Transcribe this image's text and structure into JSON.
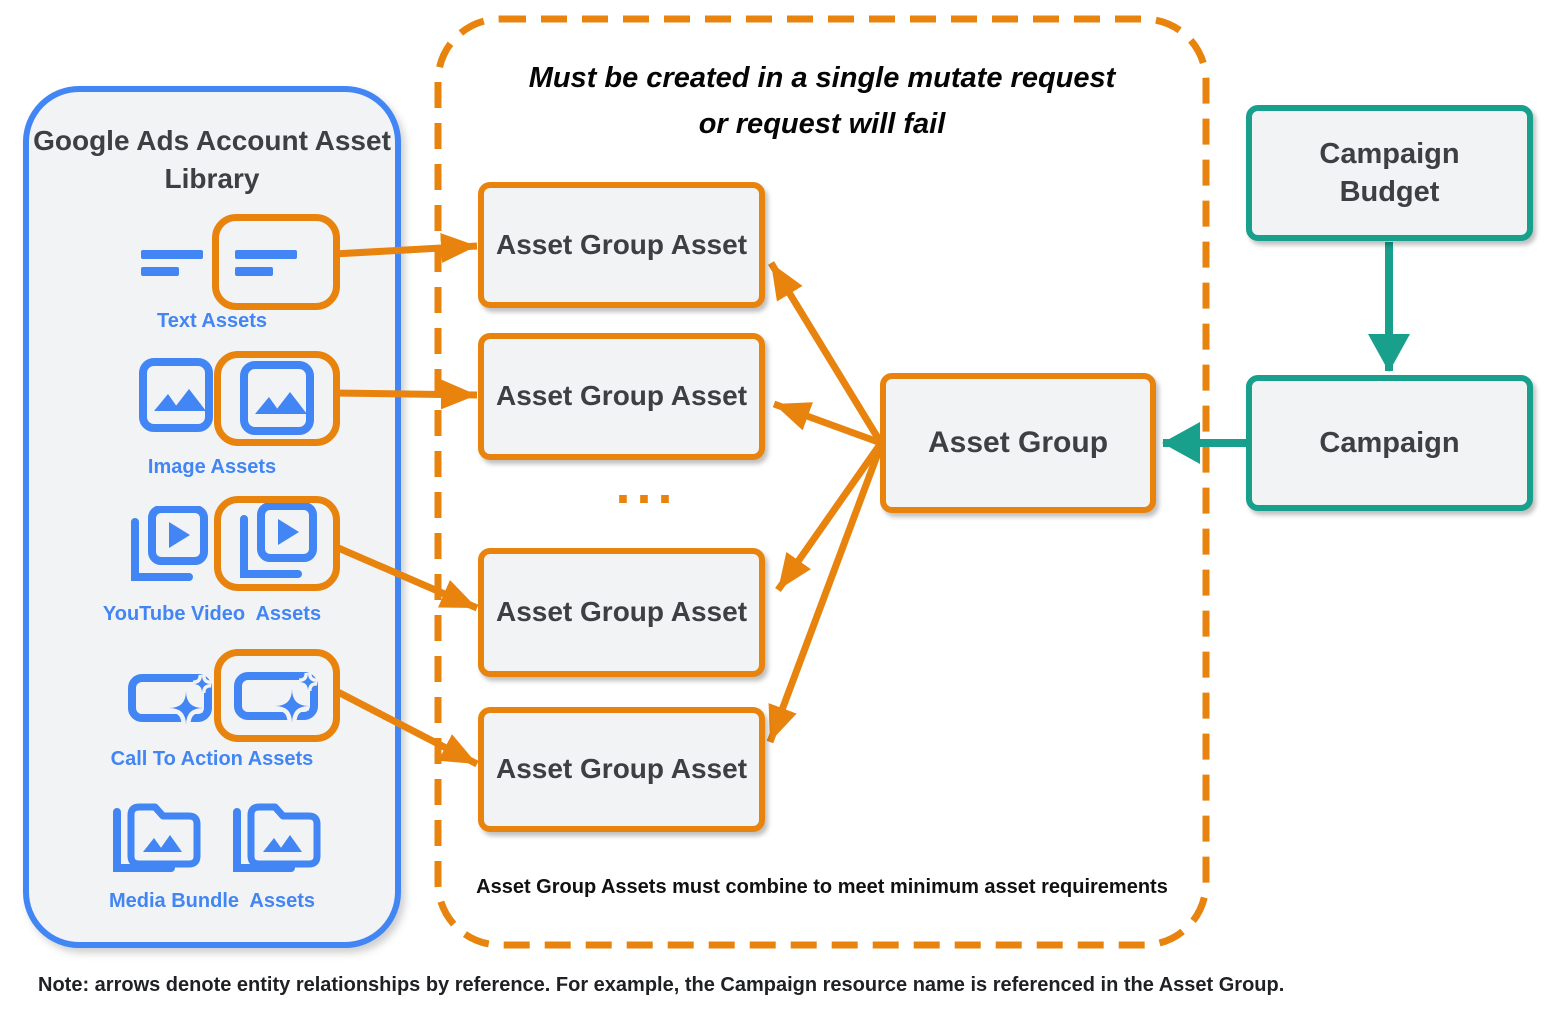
{
  "colors": {
    "orange": "#E8840E",
    "blue": "#4285F4",
    "teal": "#18A08C",
    "box_fill": "#F1F3F4",
    "box_text": "#3C4043"
  },
  "library": {
    "title": "Google Ads Account Asset Library",
    "items": [
      {
        "label": "Text Assets",
        "icon": "text-lines-icon",
        "highlighted": true
      },
      {
        "label": "Image Assets",
        "icon": "image-icon",
        "highlighted": true
      },
      {
        "label": "YouTube Video  Assets",
        "icon": "youtube-video-icon",
        "highlighted": true
      },
      {
        "label": "Call To Action Assets",
        "icon": "call-to-action-icon",
        "highlighted": true
      },
      {
        "label": "Media Bundle  Assets",
        "icon": "media-bundle-icon",
        "highlighted": false
      }
    ]
  },
  "mutate_panel": {
    "title_line1": "Must be created in a single mutate request",
    "title_line2": "or request will fail",
    "asset_group_asset_label": "Asset Group Asset",
    "ellipsis": "...",
    "asset_group_label": "Asset Group",
    "footnote": "Asset Group Assets must combine to meet minimum asset requirements"
  },
  "campaign_flow": {
    "budget_label": "Campaign Budget",
    "campaign_label": "Campaign"
  },
  "note": "Note: arrows denote entity relationships by reference. For example, the Campaign resource name is referenced in the Asset Group."
}
